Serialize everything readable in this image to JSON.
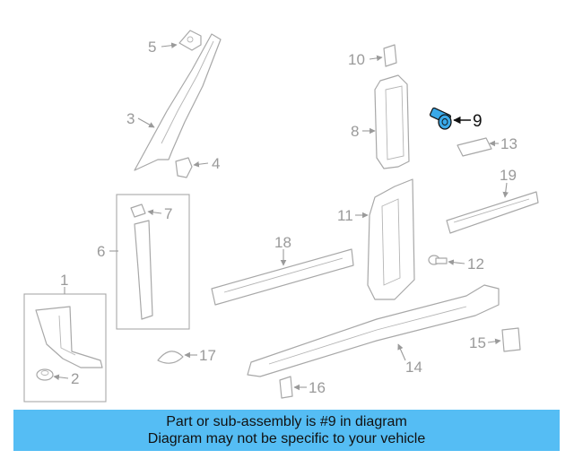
{
  "diagram": {
    "callouts": [
      "1",
      "2",
      "3",
      "4",
      "5",
      "6",
      "7",
      "8",
      "9",
      "10",
      "11",
      "12",
      "13",
      "14",
      "15",
      "16",
      "17",
      "18",
      "19"
    ],
    "highlighted_part": "9",
    "highlight_color": "#3aa9e8",
    "line_color": "#a8a8a8"
  },
  "banner": {
    "line1": "Part or sub-assembly is #9 in diagram",
    "line2": "Diagram may not be specific to your vehicle",
    "background": "#55bdf4"
  }
}
